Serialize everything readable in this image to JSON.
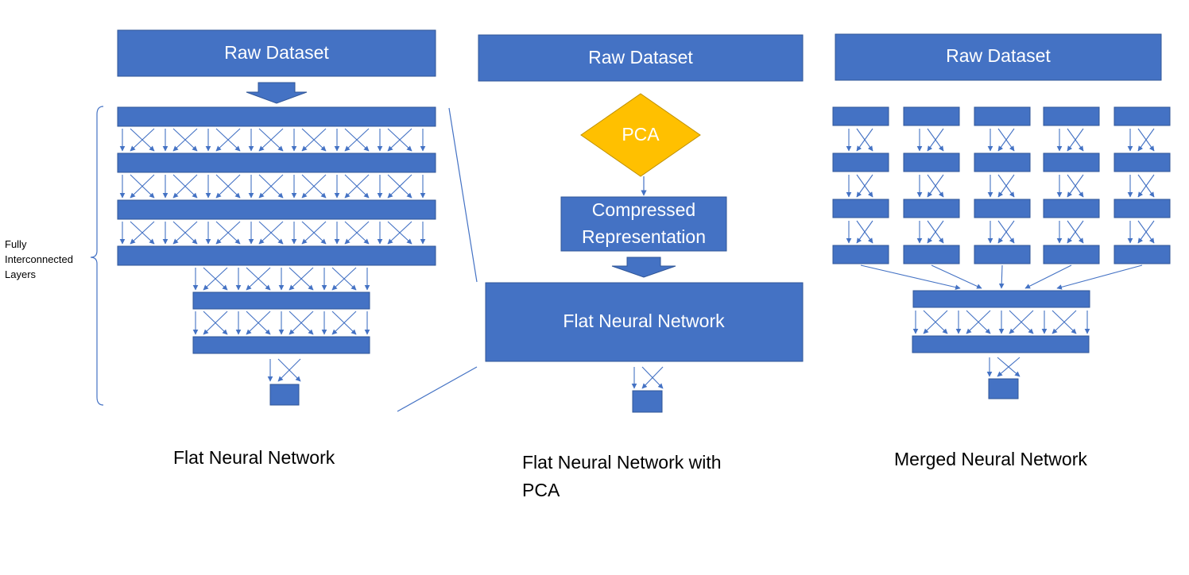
{
  "colors": {
    "box_fill": "#4472C4",
    "box_stroke": "#2F5597",
    "pca_fill": "#FFC000",
    "line": "#4472C4",
    "text_dark": "#000000",
    "text_light": "#ffffff"
  },
  "panel_flat": {
    "raw_dataset": "Raw Dataset",
    "side_label": [
      "Fully",
      "Interconnected",
      "Layers"
    ],
    "caption": "Flat Neural Network"
  },
  "panel_pca": {
    "raw_dataset": "Raw Dataset",
    "pca": "PCA",
    "compressed": [
      "Compressed",
      "Representation"
    ],
    "network": "Flat Neural Network",
    "caption": [
      "Flat Neural Network with",
      "PCA"
    ]
  },
  "panel_merged": {
    "raw_dataset": "Raw Dataset",
    "caption": "Merged Neural Network"
  }
}
